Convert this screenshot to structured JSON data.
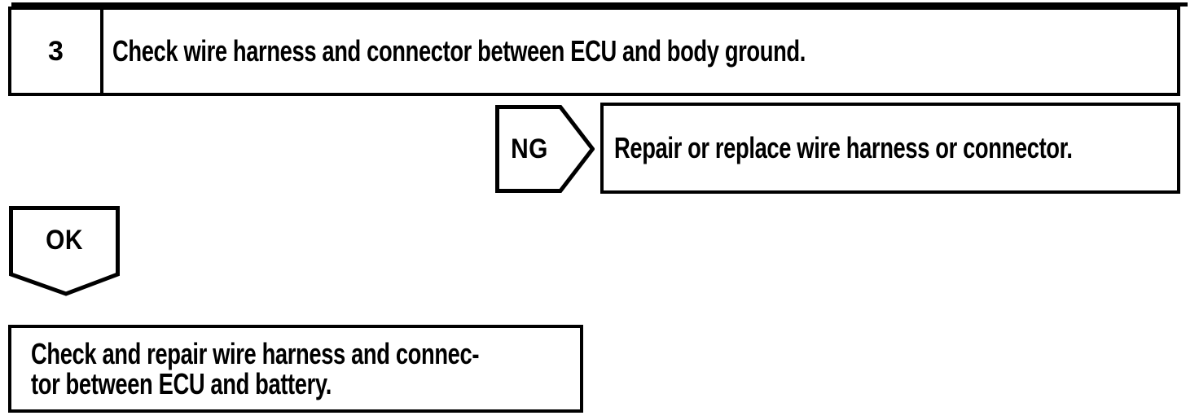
{
  "document": {
    "kind": "troubleshooting-flowchart",
    "ink_color": "#000000",
    "background_color": "#ffffff"
  },
  "step": {
    "number": "3",
    "instruction": "Check wire harness and connector between ECU and body ground."
  },
  "ng_branch": {
    "label": "NG",
    "action": "Repair or replace wire harness or connector."
  },
  "ok_branch": {
    "label": "OK",
    "action_line1": "Check and repair wire harness and connec-",
    "action_line2": "tor between ECU and battery."
  }
}
